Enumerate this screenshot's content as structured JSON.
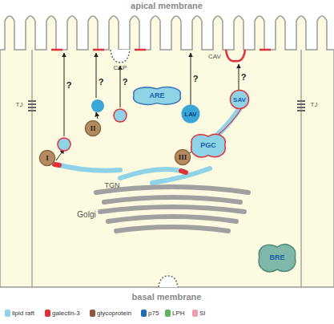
{
  "diagram": {
    "nodes": [
      {
        "text": [
          "ARE"
        ]
      },
      {
        "text": [
          "LAV"
        ]
      },
      {
        "text": [
          "SAV"
        ]
      },
      {
        "text": [
          "PGC"
        ]
      },
      {
        "text": [
          "I"
        ]
      },
      {
        "text": [
          "II"
        ]
      },
      {
        "text": [
          "III"
        ]
      },
      {
        "text": [
          "BRE"
        ]
      }
    ],
    "labels": [
      "apical membrane",
      "TJ",
      "TJ",
      "CCP",
      "CAV",
      "?",
      "?",
      "?",
      "?",
      "?",
      "TGN",
      "Golgi",
      "basal membrane"
    ],
    "legend": [
      {
        "text": "lipid raft",
        "color": "#8fd3e6"
      },
      {
        "text": "galectin-3",
        "color": "#e0303a"
      },
      {
        "text": "glycoprotein",
        "color": "#8b5a3c"
      },
      {
        "text": "p75",
        "color": "#1f6fb4"
      },
      {
        "text": "LPH",
        "color": "#5fb35f"
      },
      {
        "text": "SI",
        "color": "#e8a0b0"
      }
    ]
  }
}
